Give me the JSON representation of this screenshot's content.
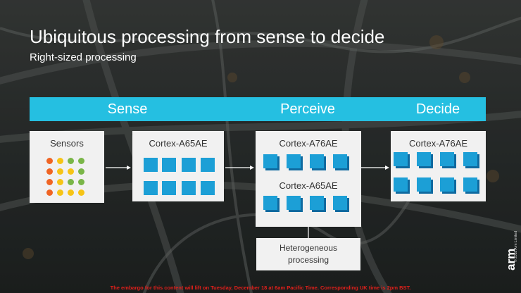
{
  "title": "Ubiquitous processing from sense to decide",
  "subtitle": "Right-sized processing",
  "stages": [
    "Sense",
    "Perceive",
    "Decide"
  ],
  "boxes": {
    "sensors": "Sensors",
    "a65_sense": "Cortex-A65AE",
    "a76_perceive": "Cortex-A76AE",
    "a65_perceive": "Cortex-A65AE",
    "a76_decide": "Cortex-A76AE"
  },
  "hetero": {
    "line1": "Heterogeneous",
    "line2": "processing"
  },
  "brand": "arm",
  "copyright": "© 2018 Arm Limited",
  "embargo": "The embargo for this content will lift on Tuesday, December 18 at 6am Pacific Time. Corresponding UK time is 2pm BST.",
  "colors": {
    "stage_bar": "#25bfe1",
    "core": "#1c9fd6",
    "box": "#f1f1f1",
    "sensor_orange": "#f06423",
    "sensor_yellow": "#f6c416",
    "sensor_green": "#7ab648",
    "embargo_text": "#e0201b"
  }
}
